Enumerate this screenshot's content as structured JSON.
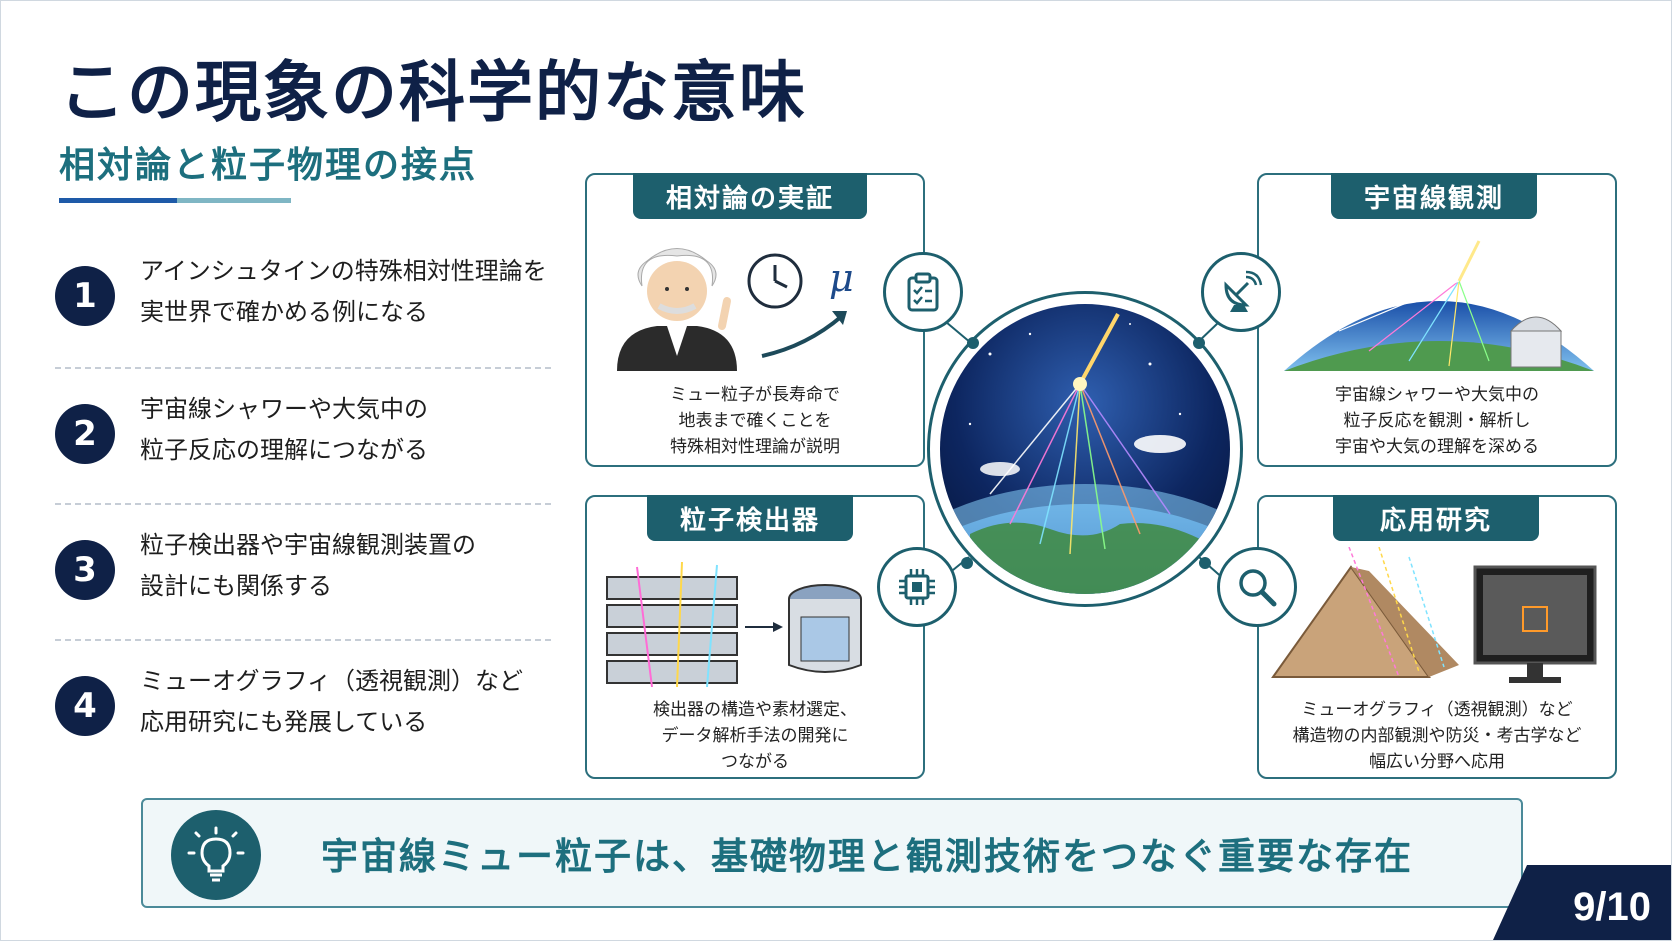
{
  "title": "この現象の科学的な意味",
  "subtitle": "相対論と粒子物理の接点",
  "points": [
    {
      "num": "1",
      "lines": [
        "アインシュタインの特殊相対性理論を",
        "実世界で確かめる例になる"
      ]
    },
    {
      "num": "2",
      "lines": [
        "宇宙線シャワーや大気中の",
        "粒子反応の理解につながる"
      ]
    },
    {
      "num": "3",
      "lines": [
        "粒子検出器や宇宙線観測装置の",
        "設計にも関係する"
      ]
    },
    {
      "num": "4",
      "lines": [
        "ミューオグラフィ（透視観測）など",
        "応用研究にも発展している"
      ]
    }
  ],
  "cards": {
    "relativity": {
      "label": "相対論の実証",
      "symbol": "μ",
      "icon": "clipboard-check-icon",
      "lines": [
        "ミュー粒子が長寿命で",
        "地表まで確くことを",
        "特殊相対性理論が説明"
      ]
    },
    "cosmic": {
      "label": "宇宙線観測",
      "icon": "satellite-dish-icon",
      "lines": [
        "宇宙線シャワーや大気中の",
        "粒子反応を観測・解析し",
        "宇宙や大気の理解を深める"
      ]
    },
    "detector": {
      "label": "粒子検出器",
      "icon": "chip-icon",
      "lines": [
        "検出器の構造や素材選定、",
        "データ解析手法の開発に",
        "つながる"
      ]
    },
    "applied": {
      "label": "応用研究",
      "icon": "magnifier-icon",
      "lines": [
        "ミューオグラフィ（透視観測）など",
        "構造物の内部観測や防災・考古学など",
        "幅広い分野へ応用"
      ]
    }
  },
  "banner": {
    "text": "宇宙線ミュー粒子は、基礎物理と観測技術をつなぐ重要な存在",
    "icon": "lightbulb-icon"
  },
  "page": "9/10",
  "colors": {
    "navy": "#0f2147",
    "teal": "#1d5f6d",
    "teal_text": "#1d6f7e",
    "accent_blue": "#1e5aa8"
  }
}
